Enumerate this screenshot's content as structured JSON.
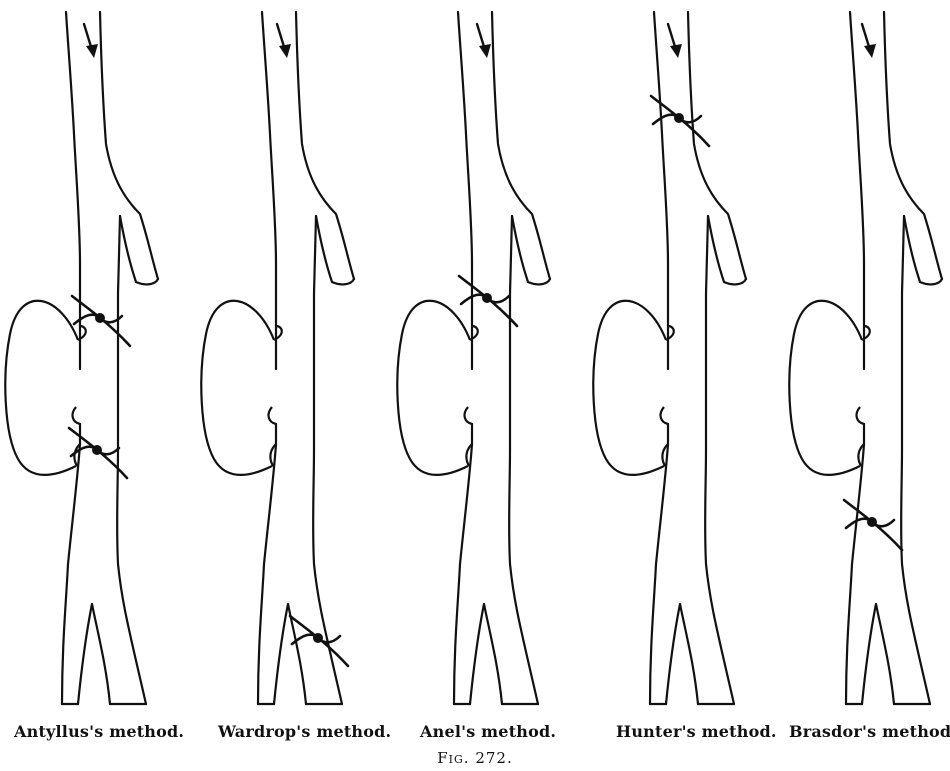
{
  "figure": {
    "labels": [
      "Antyllus's method.",
      "Wardrop's method.",
      "Anel's method.",
      "Hunter's method.",
      "Brasdor's method."
    ],
    "caption": "Fig. 272."
  },
  "panels": [
    {
      "label_index": 0,
      "ligatures": [
        "above-aneurysm",
        "below-aneurysm"
      ]
    },
    {
      "label_index": 1,
      "ligatures": [
        "distal-branch"
      ]
    },
    {
      "label_index": 2,
      "ligatures": [
        "above-aneurysm"
      ]
    },
    {
      "label_index": 3,
      "ligatures": [
        "high-trunk"
      ]
    },
    {
      "label_index": 4,
      "ligatures": [
        "below-aneurysm"
      ]
    }
  ]
}
